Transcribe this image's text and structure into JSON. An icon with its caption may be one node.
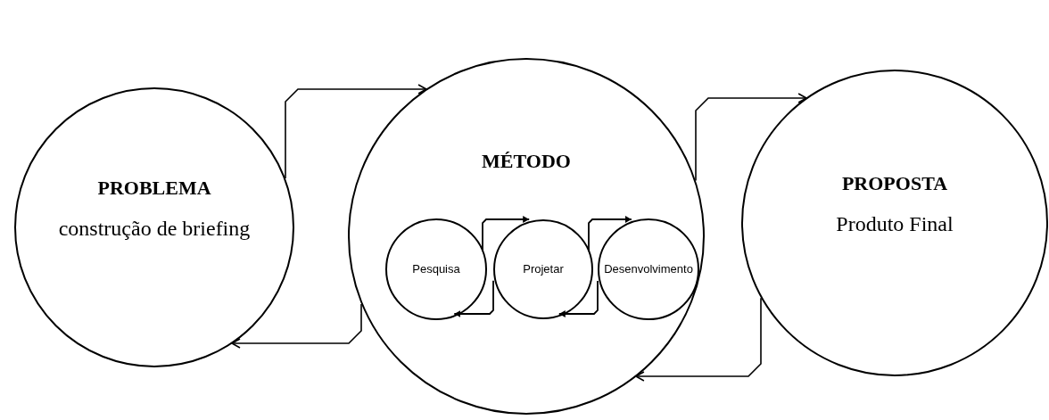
{
  "diagram": {
    "nodes": [
      {
        "text": [
          "PROBLEMA",
          "construção de briefing"
        ]
      },
      {
        "text": [
          "MÉTODO"
        ]
      },
      {
        "text": [
          "Pesquisa"
        ],
        "in": 1
      },
      {
        "text": [
          "Projetar"
        ],
        "in": 1
      },
      {
        "text": [
          "Desenvolvimento"
        ],
        "in": 1
      },
      {
        "text": [
          "PROPOSTA",
          "Produto Final"
        ]
      }
    ],
    "edges": [
      {
        "from": 0,
        "to": 1,
        "arrow": "to"
      },
      {
        "from": 1,
        "to": 0,
        "arrow": "to"
      },
      {
        "from": 1,
        "to": 5,
        "arrow": "to"
      },
      {
        "from": 5,
        "to": 1,
        "arrow": "to"
      },
      {
        "from": 2,
        "to": 3,
        "arrow": "to"
      },
      {
        "from": 3,
        "to": 2,
        "arrow": "to"
      },
      {
        "from": 3,
        "to": 4,
        "arrow": "to"
      },
      {
        "from": 4,
        "to": 3,
        "arrow": "to"
      }
    ]
  }
}
